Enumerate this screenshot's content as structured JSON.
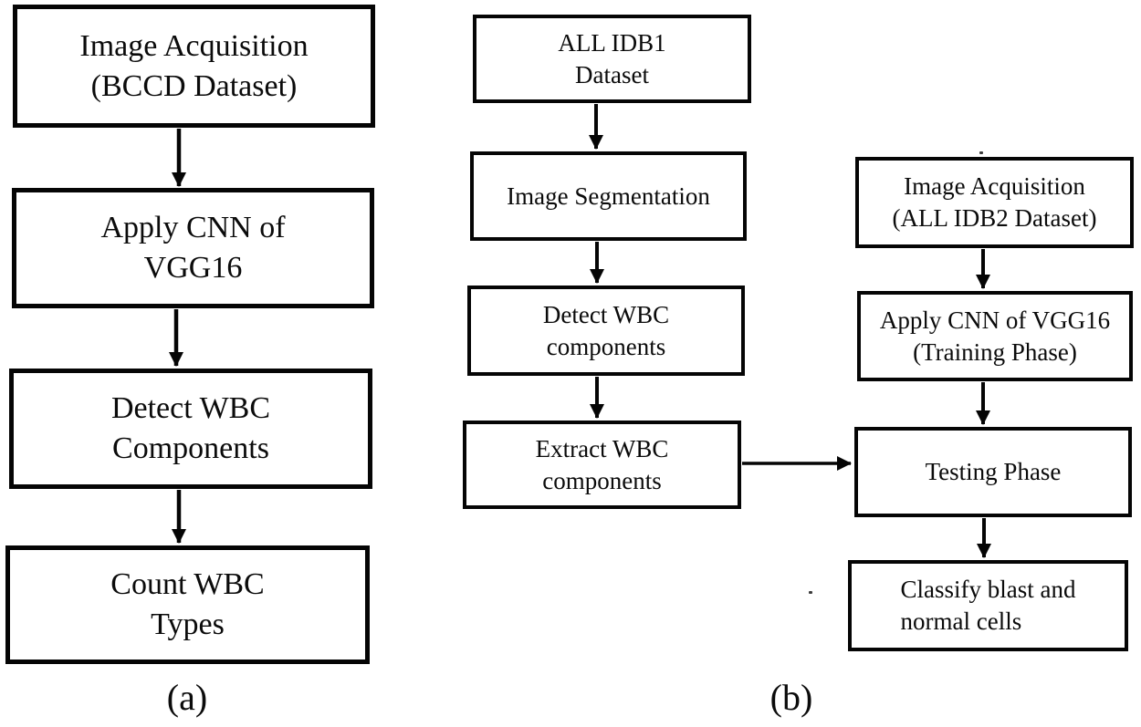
{
  "colors": {
    "background": "#ffffff",
    "line": "#000000",
    "text": "#0b0b0b"
  },
  "panel_a": {
    "label": "(a)",
    "box1": {
      "text": "Image Acquisition\n(BCCD Dataset)"
    },
    "box2": {
      "text": "Apply CNN of\nVGG16"
    },
    "box3": {
      "text": "Detect WBC\nComponents"
    },
    "box4": {
      "text": "Count WBC\nTypes"
    }
  },
  "panel_b": {
    "label": "(b)",
    "left_column": {
      "box1": {
        "text": "ALL IDB1\nDataset"
      },
      "box2": {
        "text": "Image Segmentation"
      },
      "box3": {
        "text": "Detect WBC\ncomponents"
      },
      "box4": {
        "text": "Extract WBC\ncomponents"
      }
    },
    "right_column": {
      "box1": {
        "text": "Image Acquisition\n(ALL IDB2 Dataset)"
      },
      "box2": {
        "text": "Apply CNN of VGG16\n(Training Phase)"
      },
      "box3": {
        "text": "Testing Phase"
      },
      "box4": {
        "text": "Classify blast and\nnormal cells"
      }
    }
  }
}
